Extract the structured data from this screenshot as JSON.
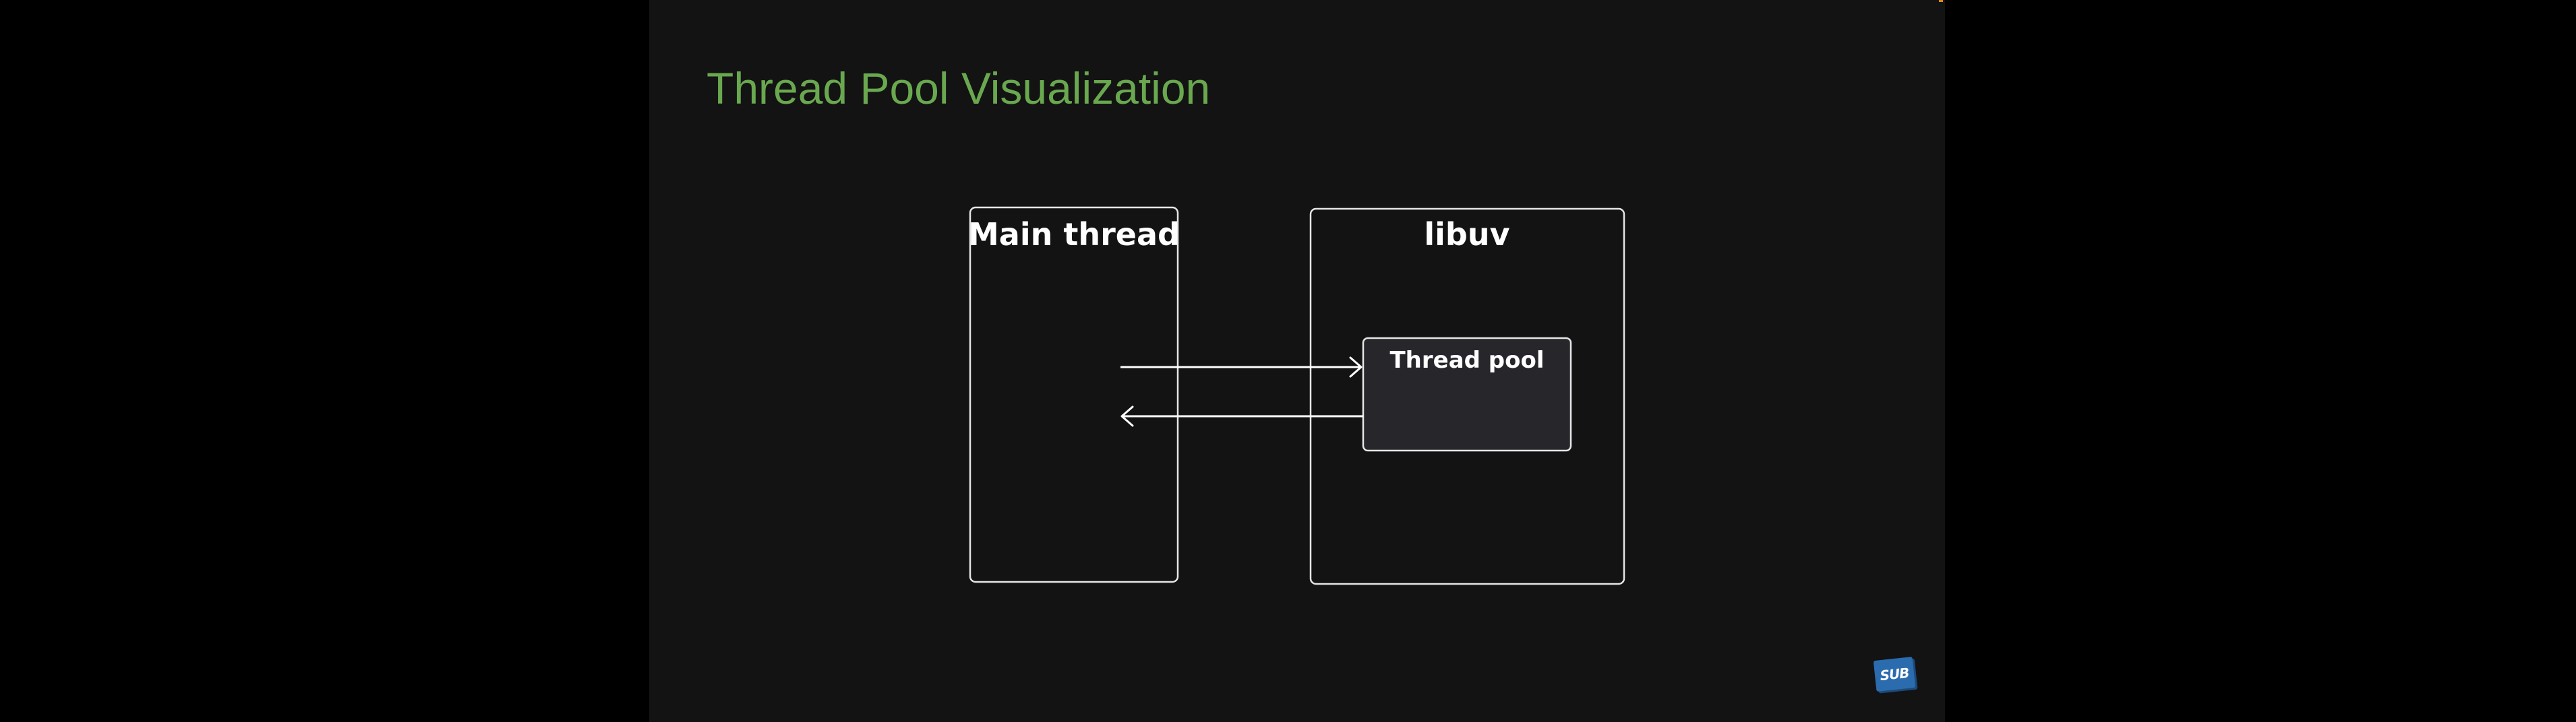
{
  "slide": {
    "title": "Thread Pool Visualization",
    "title_color": "#6aa84f",
    "background": "#131313"
  },
  "diagram": {
    "main_thread": {
      "label": "Main thread"
    },
    "libuv": {
      "label": "libuv",
      "thread_pool": {
        "label": "Thread pool",
        "fill": "#27262b"
      }
    },
    "arrows": [
      {
        "from": "main_thread",
        "to": "thread_pool",
        "direction": "right"
      },
      {
        "from": "thread_pool",
        "to": "main_thread",
        "direction": "left"
      }
    ]
  },
  "badge": {
    "label": "SUB",
    "color": "#2b6cae"
  }
}
